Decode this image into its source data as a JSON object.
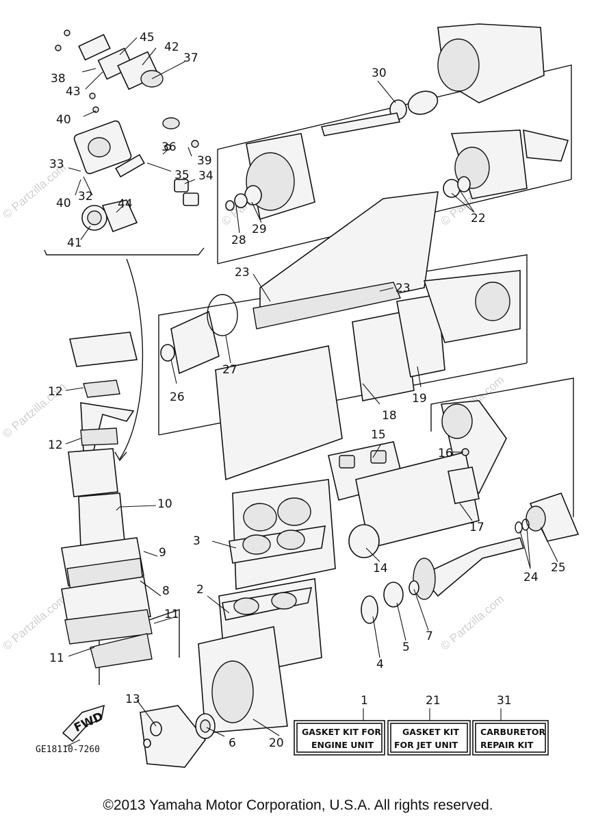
{
  "callouts": {
    "c1": "1",
    "c2": "2",
    "c3": "3",
    "c4": "4",
    "c5": "5",
    "c6": "6",
    "c7": "7",
    "c8": "8",
    "c9": "9",
    "c10": "10",
    "c11a": "11",
    "c11b": "11",
    "c12a": "12",
    "c12b": "12",
    "c13": "13",
    "c14": "14",
    "c15": "15",
    "c16": "16",
    "c17": "17",
    "c18": "18",
    "c19": "19",
    "c20": "20",
    "c21": "21",
    "c22": "22",
    "c23a": "23",
    "c23b": "23",
    "c24": "24",
    "c25": "25",
    "c26": "26",
    "c27": "27",
    "c28": "28",
    "c29": "29",
    "c30": "30",
    "c31": "31",
    "c32": "32",
    "c33": "33",
    "c34": "34",
    "c35": "35",
    "c36": "36",
    "c37": "37",
    "c38": "38",
    "c39": "39",
    "c40a": "40",
    "c40b": "40",
    "c41": "41",
    "c42": "42",
    "c43": "43",
    "c44": "44",
    "c45": "45"
  },
  "kits": {
    "engine": {
      "line1": "GASKET KIT FOR",
      "line2": "ENGINE UNIT"
    },
    "jet": {
      "line1": "GASKET KIT",
      "line2": "FOR JET UNIT"
    },
    "carb": {
      "line1": "CARBURETOR",
      "line2": "REPAIR KIT"
    }
  },
  "fwd_label": "FWD",
  "drawing_code": "GE18110-7260",
  "watermark": "© Partzilla.com",
  "copyright": "©2013 Yamaha Motor Corporation, U.S.A. All rights reserved."
}
